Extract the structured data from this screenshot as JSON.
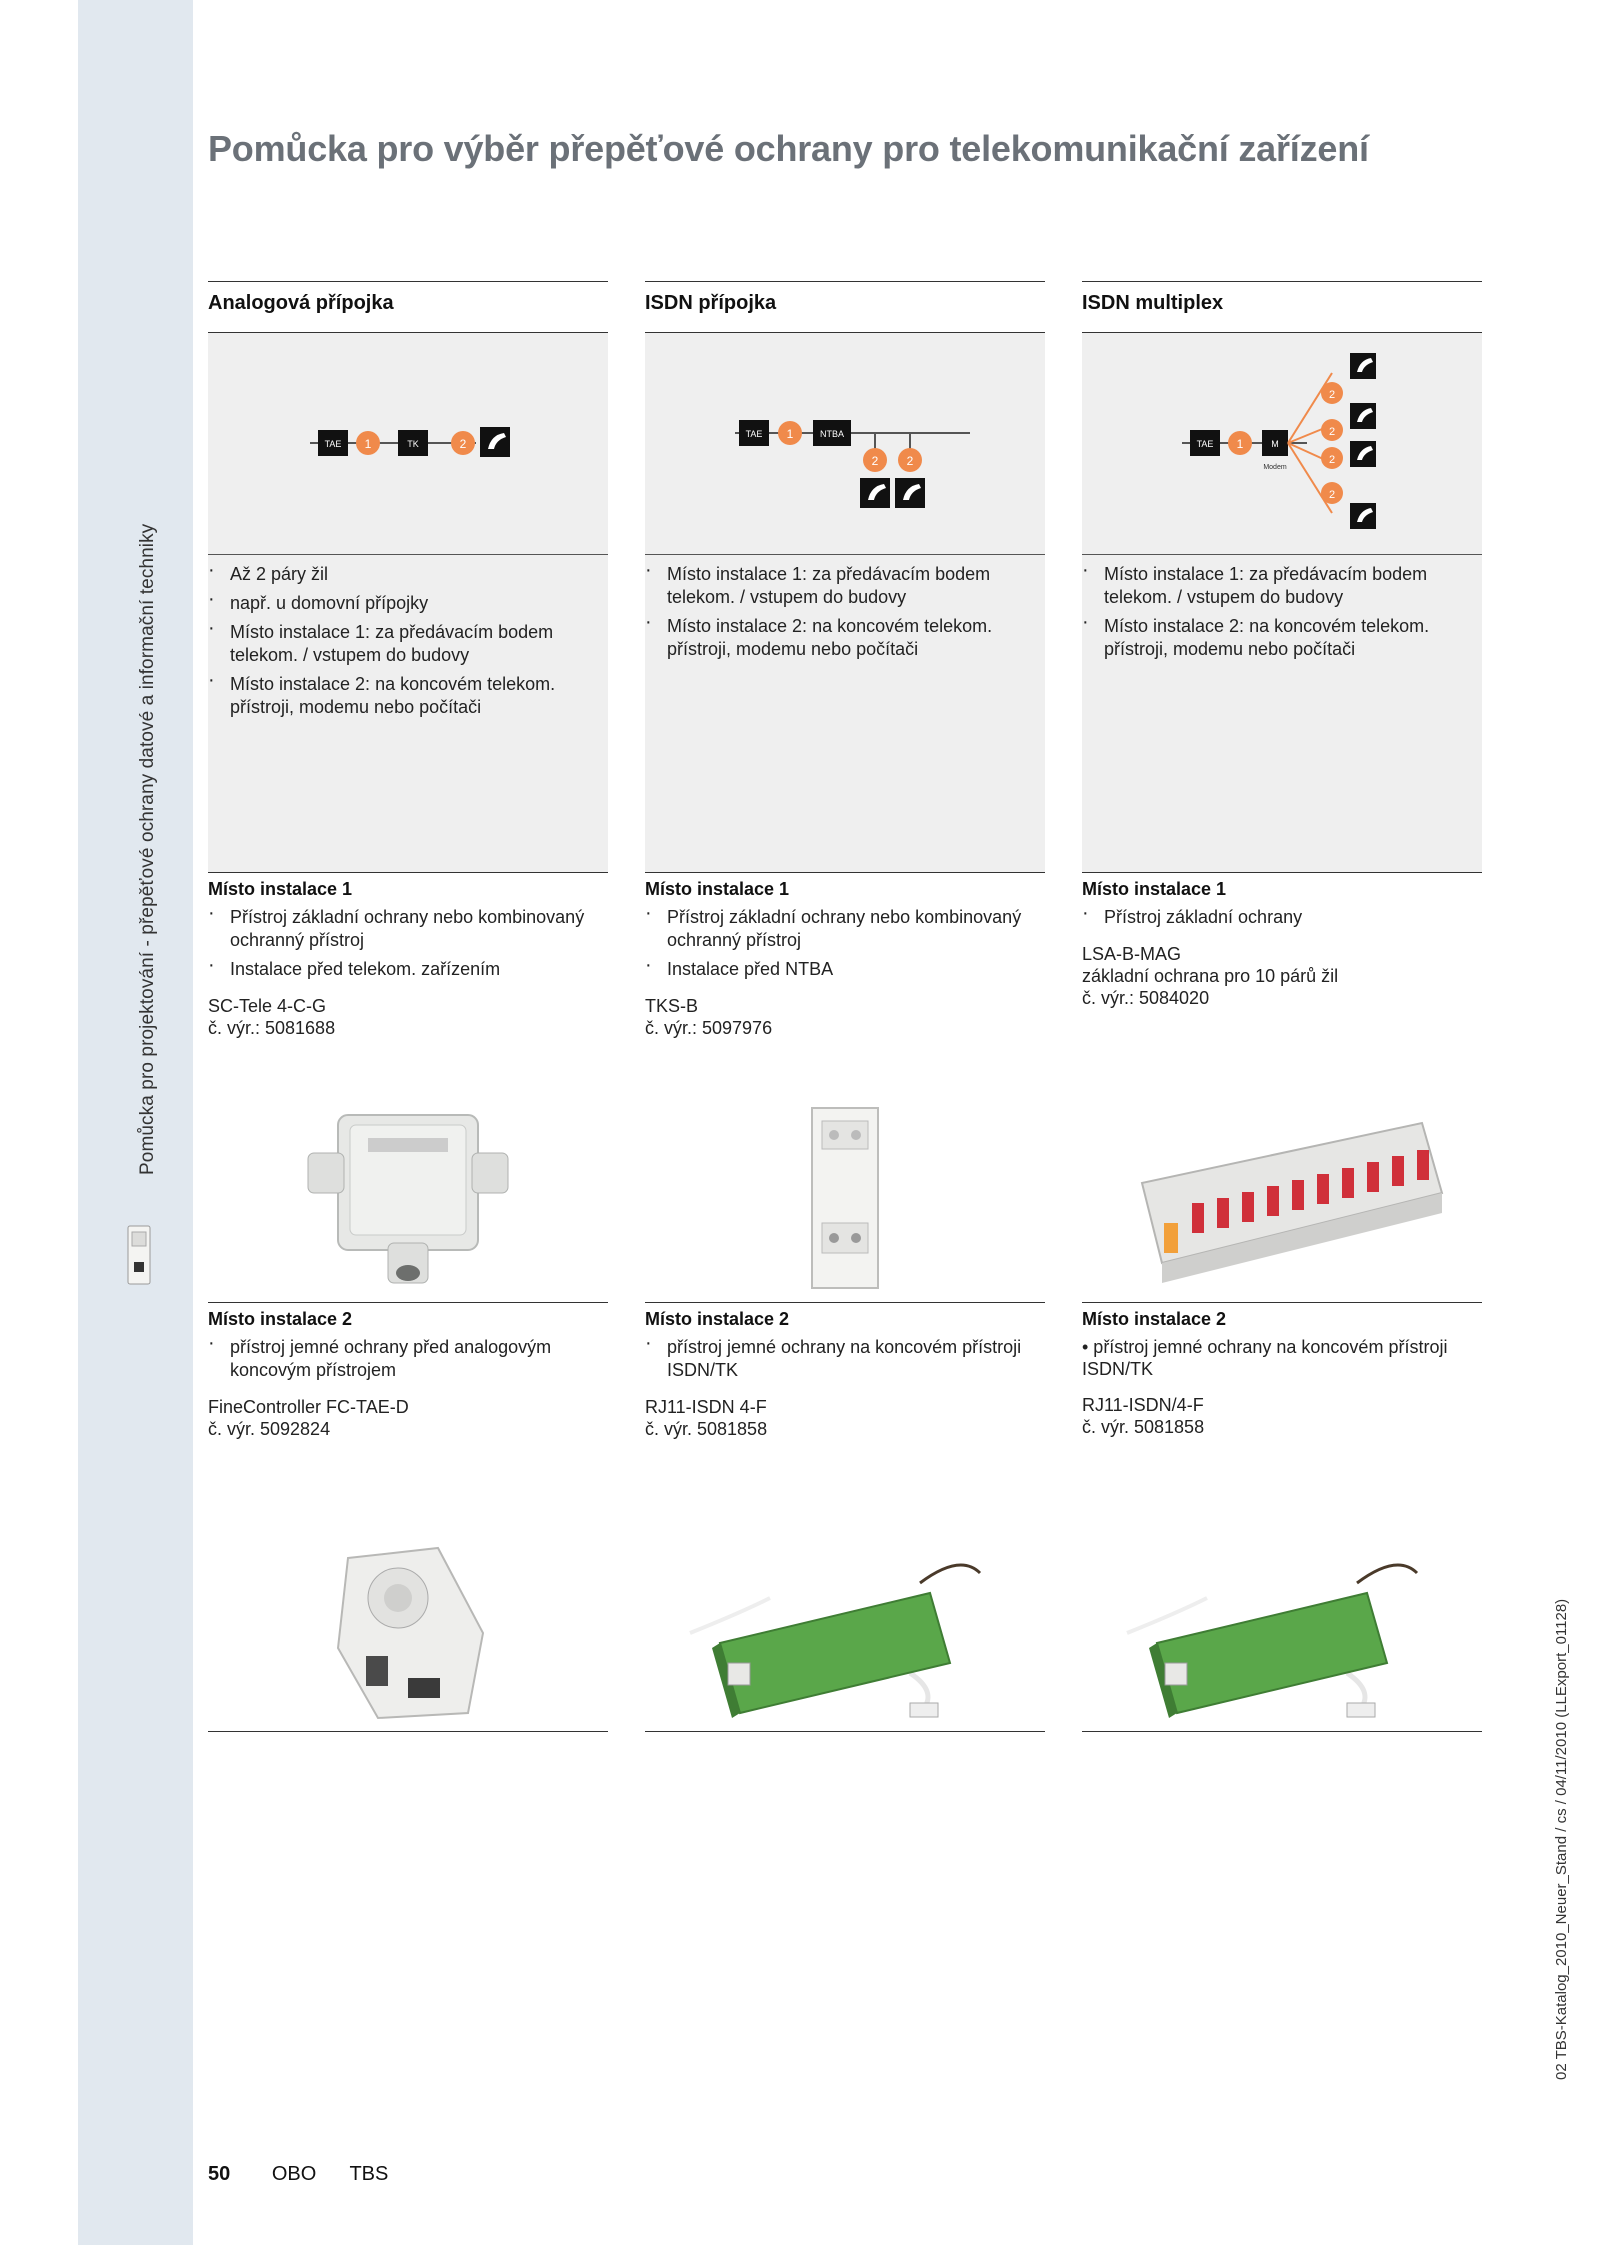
{
  "page_title": "Pomůcka pro výběr přepěťové ochrany pro telekomunikační zařízení",
  "side_label": "Pomůcka pro projektování - přepěťové ochrany datové a informační techniky",
  "right_label": "02 TBS-Katalog_2010_Neuer_Stand / cs / 04/11/2010 (LLExport_01128)",
  "footer": {
    "page_number": "50",
    "brand": "OBO",
    "section": "TBS"
  },
  "colors": {
    "accent_orange": "#f08a4b",
    "side_band": "#e1e8ef",
    "panel_gray": "#efefef",
    "title_gray": "#6b7178"
  },
  "columns": [
    {
      "title": "Analogová přípojka",
      "diagram": {
        "boxes": [
          "TAE",
          "TK"
        ],
        "markers": [
          "1",
          "2"
        ]
      },
      "bullets": [
        "Až 2 páry žil",
        "např. u domovní přípojky",
        "Místo instalace 1: za předávacím bodem telekom. / vstupem do budovy",
        "Místo instalace 2: na koncovém telekom. přístroji, modemu nebo počítači"
      ],
      "site1": {
        "title": "Místo instalace 1",
        "bullets": [
          "Přístroj základní ochrany nebo kombinovaný ochranný přístroj",
          "Instalace před telekom. zařízením"
        ],
        "product": "SC-Tele 4-C-G",
        "art": "č. výr.: 5081688"
      },
      "site2": {
        "title": "Místo instalace 2",
        "bullets": [
          "přístroj jemné ochrany před analogovým koncovým přístrojem"
        ],
        "product": "FineController FC-TAE-D",
        "art": "č. výr. 5092824"
      }
    },
    {
      "title": "ISDN přípojka",
      "diagram": {
        "boxes": [
          "TAE",
          "NTBA"
        ],
        "markers": [
          "1",
          "2",
          "2"
        ]
      },
      "bullets": [
        "Místo instalace 1: za předávacím bodem telekom. / vstupem do budovy",
        "Místo instalace 2: na koncovém telekom. přístroji, modemu nebo počítači"
      ],
      "site1": {
        "title": "Místo instalace 1",
        "bullets": [
          "Přístroj základní ochrany nebo kombinovaný ochranný přístroj",
          "Instalace před NTBA"
        ],
        "product": "TKS-B",
        "art": "č. výr.: 5097976"
      },
      "site2": {
        "title": "Místo instalace 2",
        "bullets": [
          "přístroj jemné ochrany na koncovém přístroji ISDN/TK"
        ],
        "product": "RJ11-ISDN 4-F",
        "art": "č. výr. 5081858"
      }
    },
    {
      "title": "ISDN multiplex",
      "diagram": {
        "boxes": [
          "TAE",
          "M"
        ],
        "markers": [
          "1",
          "2",
          "2",
          "2",
          "2"
        ],
        "caption": "Modem"
      },
      "bullets": [
        "Místo instalace 1: za předávacím bodem telekom. / vstupem do budovy",
        "Místo instalace 2: na koncovém telekom. přístroji, modemu nebo počítači"
      ],
      "site1": {
        "title": "Místo instalace 1",
        "bullets": [
          "Přístroj základní ochrany"
        ],
        "product": "LSA-B-MAG",
        "desc": "základní ochrana pro 10 párů žil",
        "art": "č. výr.: 5084020"
      },
      "site2": {
        "title": "Místo instalace 2",
        "text": "• přístroj jemné ochrany na koncovém přístroji ISDN/TK",
        "product": "RJ11-ISDN/4-F",
        "art": "č. výr. 5081858"
      }
    }
  ]
}
